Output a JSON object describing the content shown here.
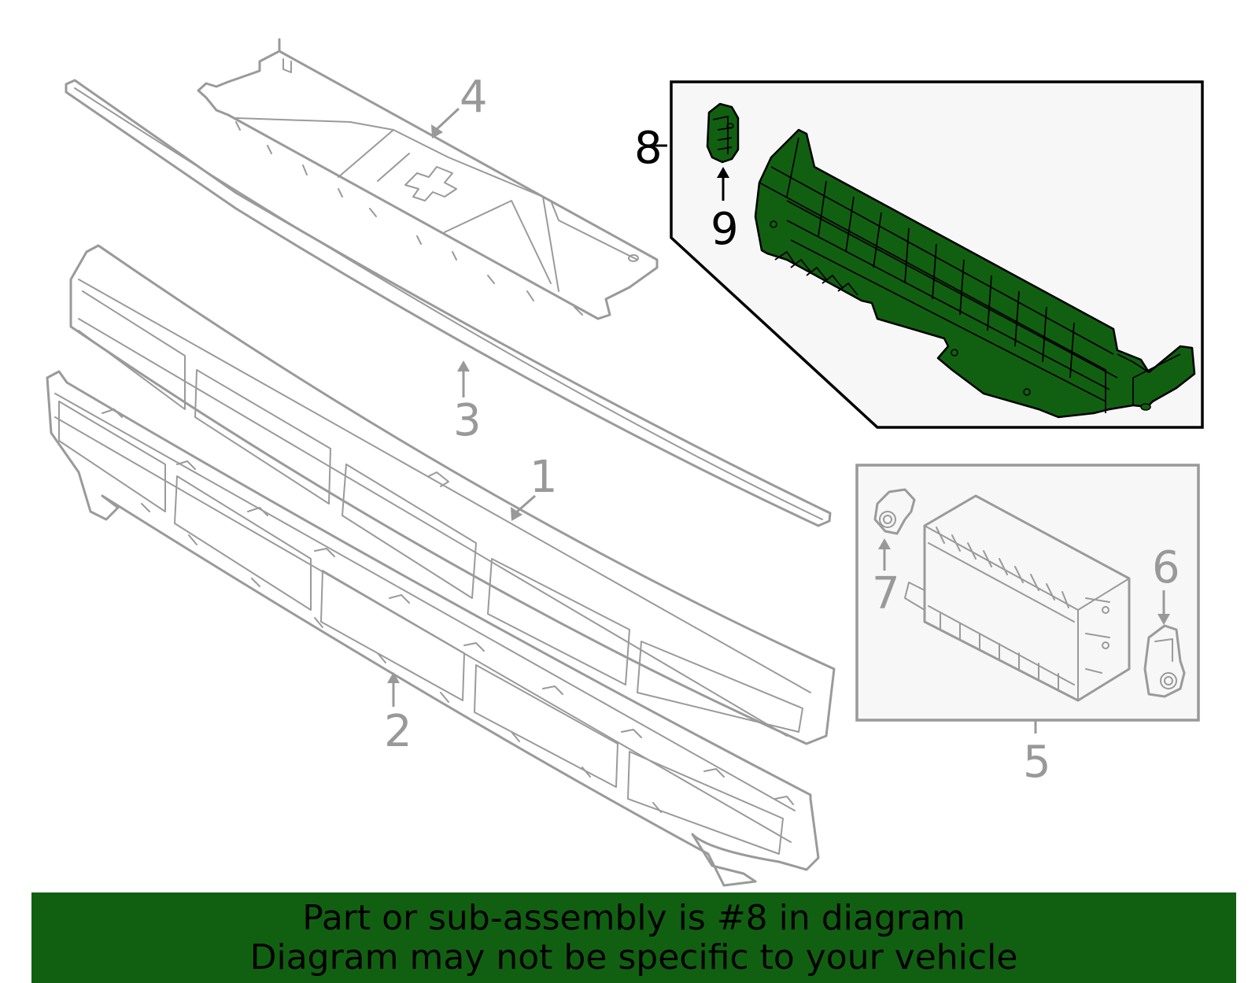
{
  "callouts": {
    "c1": "1",
    "c2": "2",
    "c3": "3",
    "c4": "4",
    "c5": "5",
    "c6": "6",
    "c7": "7",
    "c8": "8",
    "c9": "9"
  },
  "highlight_part": "8",
  "colors": {
    "highlight": "#116011",
    "outline": "#9a9a9a",
    "inset_background": "#f7f7f7",
    "banner_background": "#116011"
  },
  "banner": {
    "line1": "Part or sub-assembly is #8 in diagram",
    "line2": "Diagram may not be specific to your vehicle"
  }
}
